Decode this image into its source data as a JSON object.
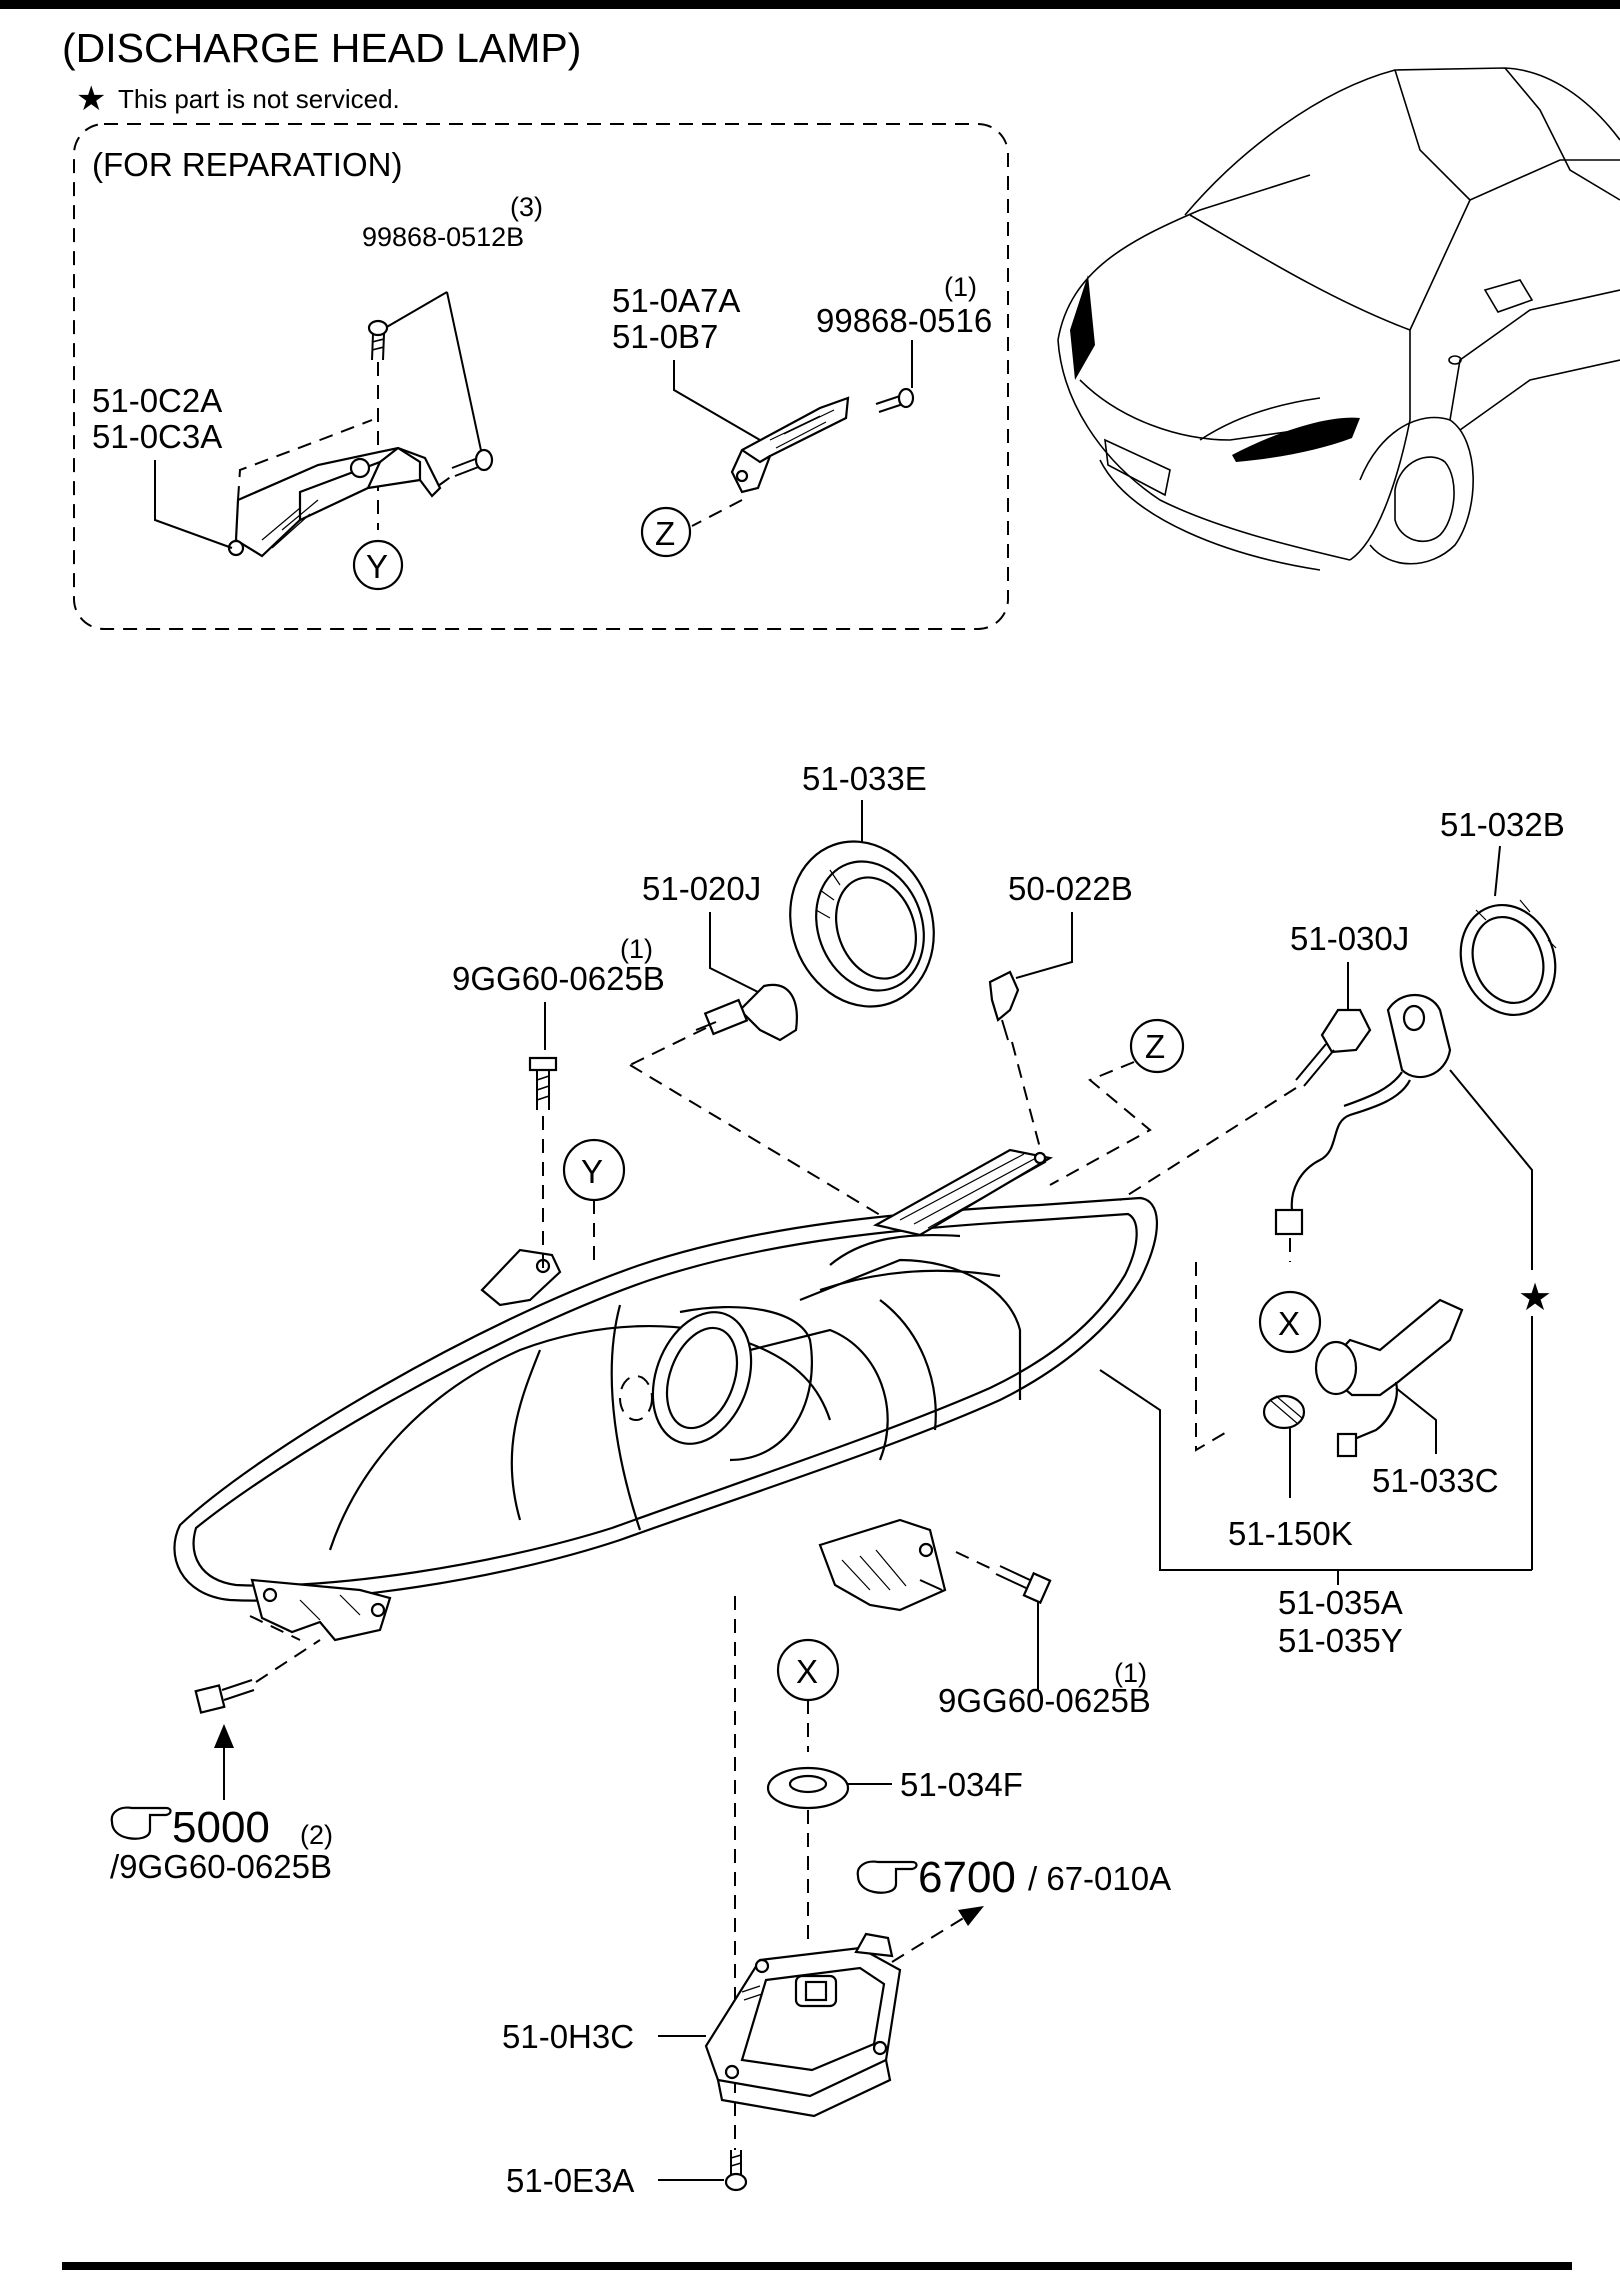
{
  "header": {
    "title": "(DISCHARGE HEAD LAMP)",
    "note_star": "★",
    "note": "This part is not serviced."
  },
  "reparation": {
    "title": "(FOR REPARATION)",
    "screw1_part": "99868-0512B",
    "screw1_qty": "(3)",
    "bracket_a": "51-0C2A",
    "bracket_b": "51-0C3A",
    "tab_a": "51-0A7A",
    "tab_b": "51-0B7",
    "screw2_part": "99868-0516",
    "screw2_qty": "(1)",
    "ref_y": "Y",
    "ref_z": "Z"
  },
  "main": {
    "lens_ring": "51-033E",
    "socket_ring": "51-032B",
    "bulb_socket": "51-020J",
    "clip": "50-022B",
    "bulb": "51-030J",
    "bolt_top": "9GG60-0625B",
    "bolt_top_qty": "(1)",
    "bolt_right": "9GG60-0625B",
    "bolt_right_qty": "(1)",
    "side_bulb": "51-150K",
    "socket_harness": "51-033C",
    "lamp_assy_a": "51-035A",
    "lamp_assy_b": "51-035Y",
    "seal": "51-034F",
    "ballast": "51-0H3C",
    "ballast_screw": "51-0E3A",
    "ref_5000_num": "5000",
    "ref_5000_qty": "(2)",
    "ref_5000_part": "/9GG60-0625B",
    "ref_6700_num": "6700",
    "ref_6700_part": "/ 67-010A",
    "ref_x": "X",
    "ref_y": "Y",
    "ref_z": "Z",
    "star": "★",
    "hand_icon": "pointing-hand-icon"
  }
}
